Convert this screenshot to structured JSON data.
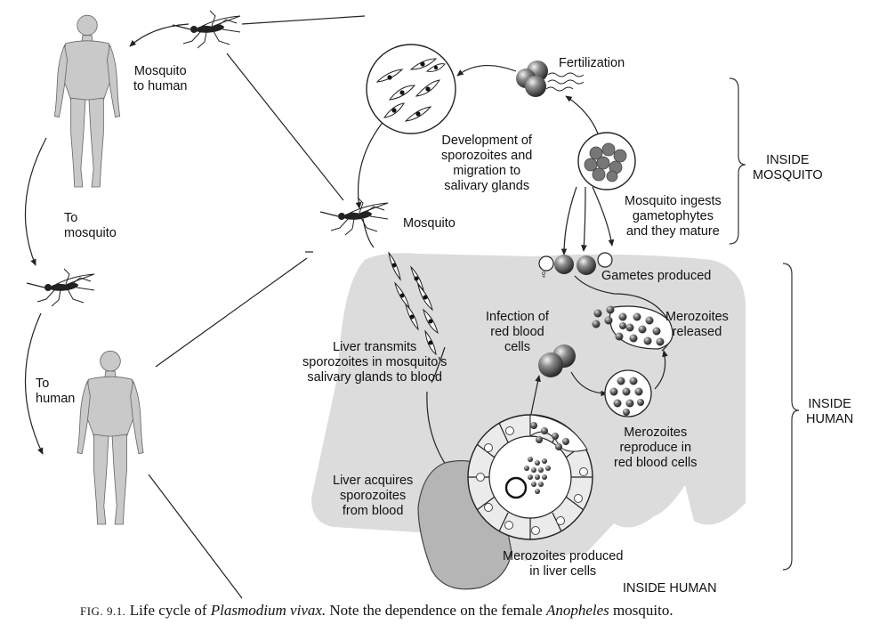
{
  "labels": {
    "mosquito_to_human": "Mosquito\nto human",
    "to_mosquito": "To\nmosquito",
    "to_human": "To\nhuman",
    "fertilization": "Fertilization",
    "development": "Development of\nsporozoites and\nmigration to\nsalivary glands",
    "mosquito": "Mosquito",
    "mosquito_ingests": "Mosquito ingests\ngametophytes\nand they mature",
    "gametes_produced": "Gametes produced",
    "infection_rbc": "Infection of\nred blood\ncells",
    "merozoites_released": "Merozoites\nreleased",
    "liver_transmits": "Liver transmits\nsporozoites in mosquito's\nsalivary glands to blood",
    "merozoites_reproduce": "Merozoites\nreproduce in\nred blood cells",
    "liver_acquires": "Liver acquires\nsporozoites\nfrom blood",
    "merozoites_liver": "Merozoites produced\nin liver cells",
    "inside_mosquito": "INSIDE\nMOSQUITO",
    "inside_human_right": "INSIDE\nHUMAN",
    "inside_human_bottom": "INSIDE HUMAN",
    "female_symbol": "♀"
  },
  "caption": {
    "fig": "FIG. 9.1.",
    "text1": " Life cycle of ",
    "italic1": "Plasmodium vivax.",
    "text2": " Note the dependence on the female ",
    "italic2": "Anopheles",
    "text3": " mosquito."
  },
  "colors": {
    "body_region": "#dcdcdc",
    "human_figure": "#c9c9c9",
    "liver": "#b5b5b5",
    "cell_dark": "#4a4a4a",
    "line": "#222222"
  }
}
